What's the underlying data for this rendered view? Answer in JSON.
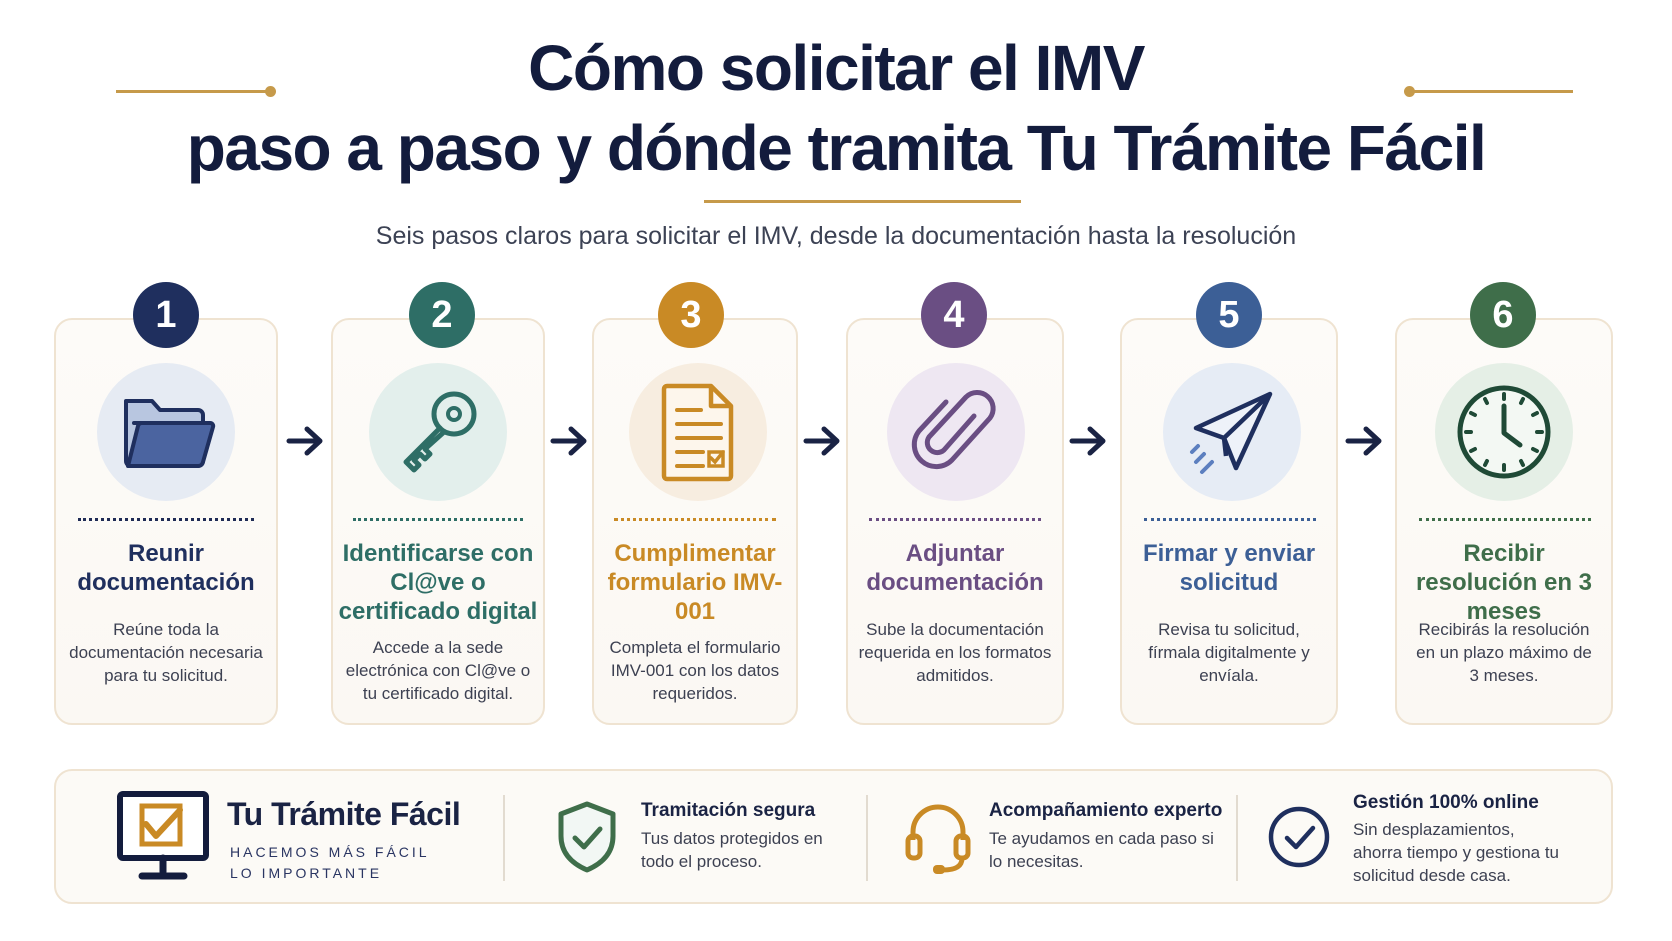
{
  "title": {
    "line1": "Cómo solicitar el IMV",
    "line2": "paso a paso y dónde tramita Tu Trámite Fácil"
  },
  "subtitle": "Seis pasos claros para solicitar el IMV, desde la documentación hasta la resolución",
  "steps": [
    {
      "number": "1",
      "title": "Reunir documentación",
      "description": "Reúne toda la documentación necesaria para tu solicitud.",
      "icon": "folder-icon",
      "color": "#1f2f5e",
      "tint": "#e6ebf3"
    },
    {
      "number": "2",
      "title": "Identificarse con Cl@ve o certificado digital",
      "description": "Accede a la sede electrónica con Cl@ve o tu certificado digital.",
      "icon": "key-icon",
      "color": "#2e6e66",
      "tint": "#e3efec"
    },
    {
      "number": "3",
      "title": "Cumplimentar formulario IMV-001",
      "description": "Completa el formulario IMV-001 con los datos requeridos.",
      "icon": "form-document-icon",
      "color": "#c98a25",
      "tint": "#f7ede0"
    },
    {
      "number": "4",
      "title": "Adjuntar documentación",
      "description": "Sube la documentación requerida en los formatos admitidos.",
      "icon": "paperclip-icon",
      "color": "#6a4e83",
      "tint": "#eee7f2"
    },
    {
      "number": "5",
      "title": "Firmar y enviar solicitud",
      "description": "Revisa tu solicitud, fírmala digitalmente y envíala.",
      "icon": "paper-plane-icon",
      "color": "#3c5f96",
      "tint": "#e6ecf5"
    },
    {
      "number": "6",
      "title": "Recibir resolución en 3 meses",
      "description": "Recibirás la resolución en un plazo máximo de 3 meses.",
      "icon": "clock-icon",
      "color": "#3f6e4a",
      "tint": "#e5efe6"
    }
  ],
  "footer": {
    "brand": {
      "name": "Tu Trámite Fácil",
      "tagline_line1": "HACEMOS MÁS FÁCIL",
      "tagline_line2": "LO IMPORTANTE",
      "icon": "monitor-check-icon"
    },
    "features": [
      {
        "title": "Tramitación segura",
        "description": "Tus datos protegidos en todo el proceso.",
        "icon": "shield-check-icon"
      },
      {
        "title": "Acompañamiento experto",
        "description": "Te ayudamos en cada paso si lo necesitas.",
        "icon": "headset-icon"
      },
      {
        "title": "Gestión 100% online",
        "description": "Sin desplazamientos, ahorra tiempo y gestiona tu solicitud desde casa.",
        "icon": "check-circle-icon"
      }
    ]
  },
  "colors": {
    "accent_gold": "#c69a4a",
    "navy": "#131c3d"
  }
}
